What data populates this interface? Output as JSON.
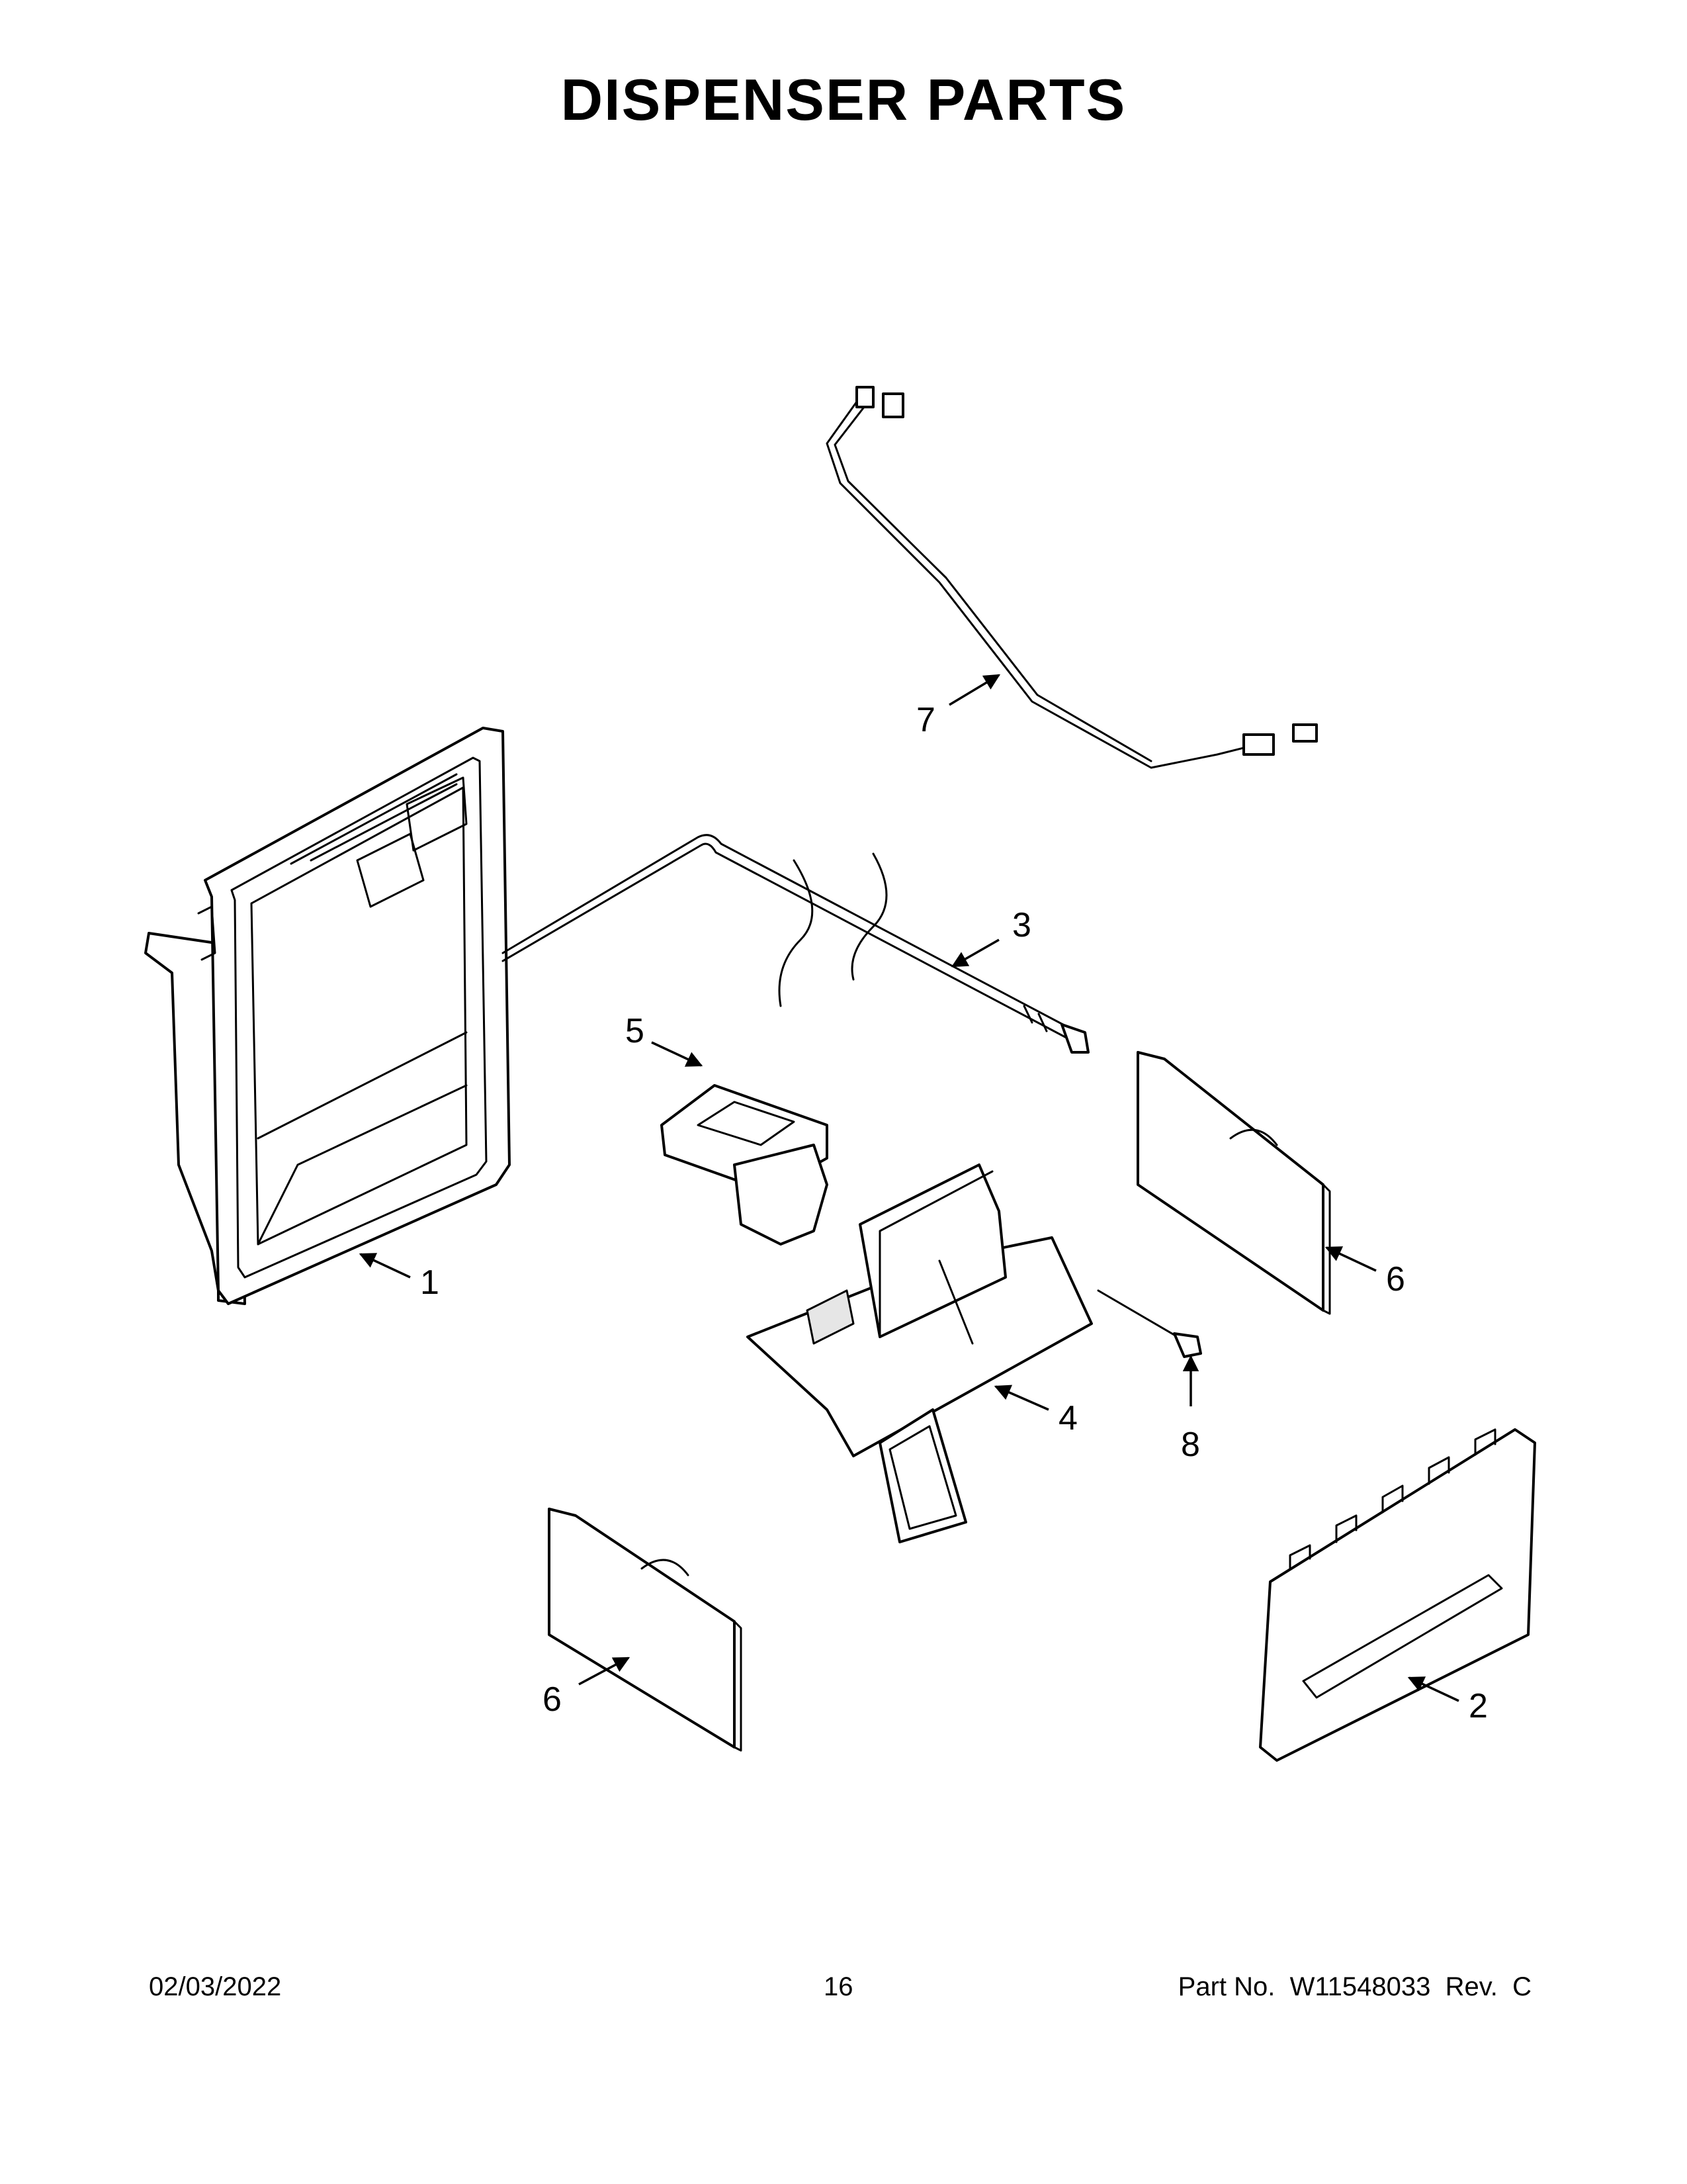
{
  "title": "DISPENSER PARTS",
  "callouts": [
    {
      "id": "c1",
      "label": "1"
    },
    {
      "id": "c2",
      "label": "2"
    },
    {
      "id": "c3",
      "label": "3"
    },
    {
      "id": "c4",
      "label": "4"
    },
    {
      "id": "c5",
      "label": "5"
    },
    {
      "id": "c6a",
      "label": "6"
    },
    {
      "id": "c6b",
      "label": "6"
    },
    {
      "id": "c7",
      "label": "7"
    },
    {
      "id": "c8",
      "label": "8"
    }
  ],
  "footer": {
    "date": "02/03/2022",
    "page": "16",
    "part_no": "Part No.  W11548033  Rev.  C"
  }
}
